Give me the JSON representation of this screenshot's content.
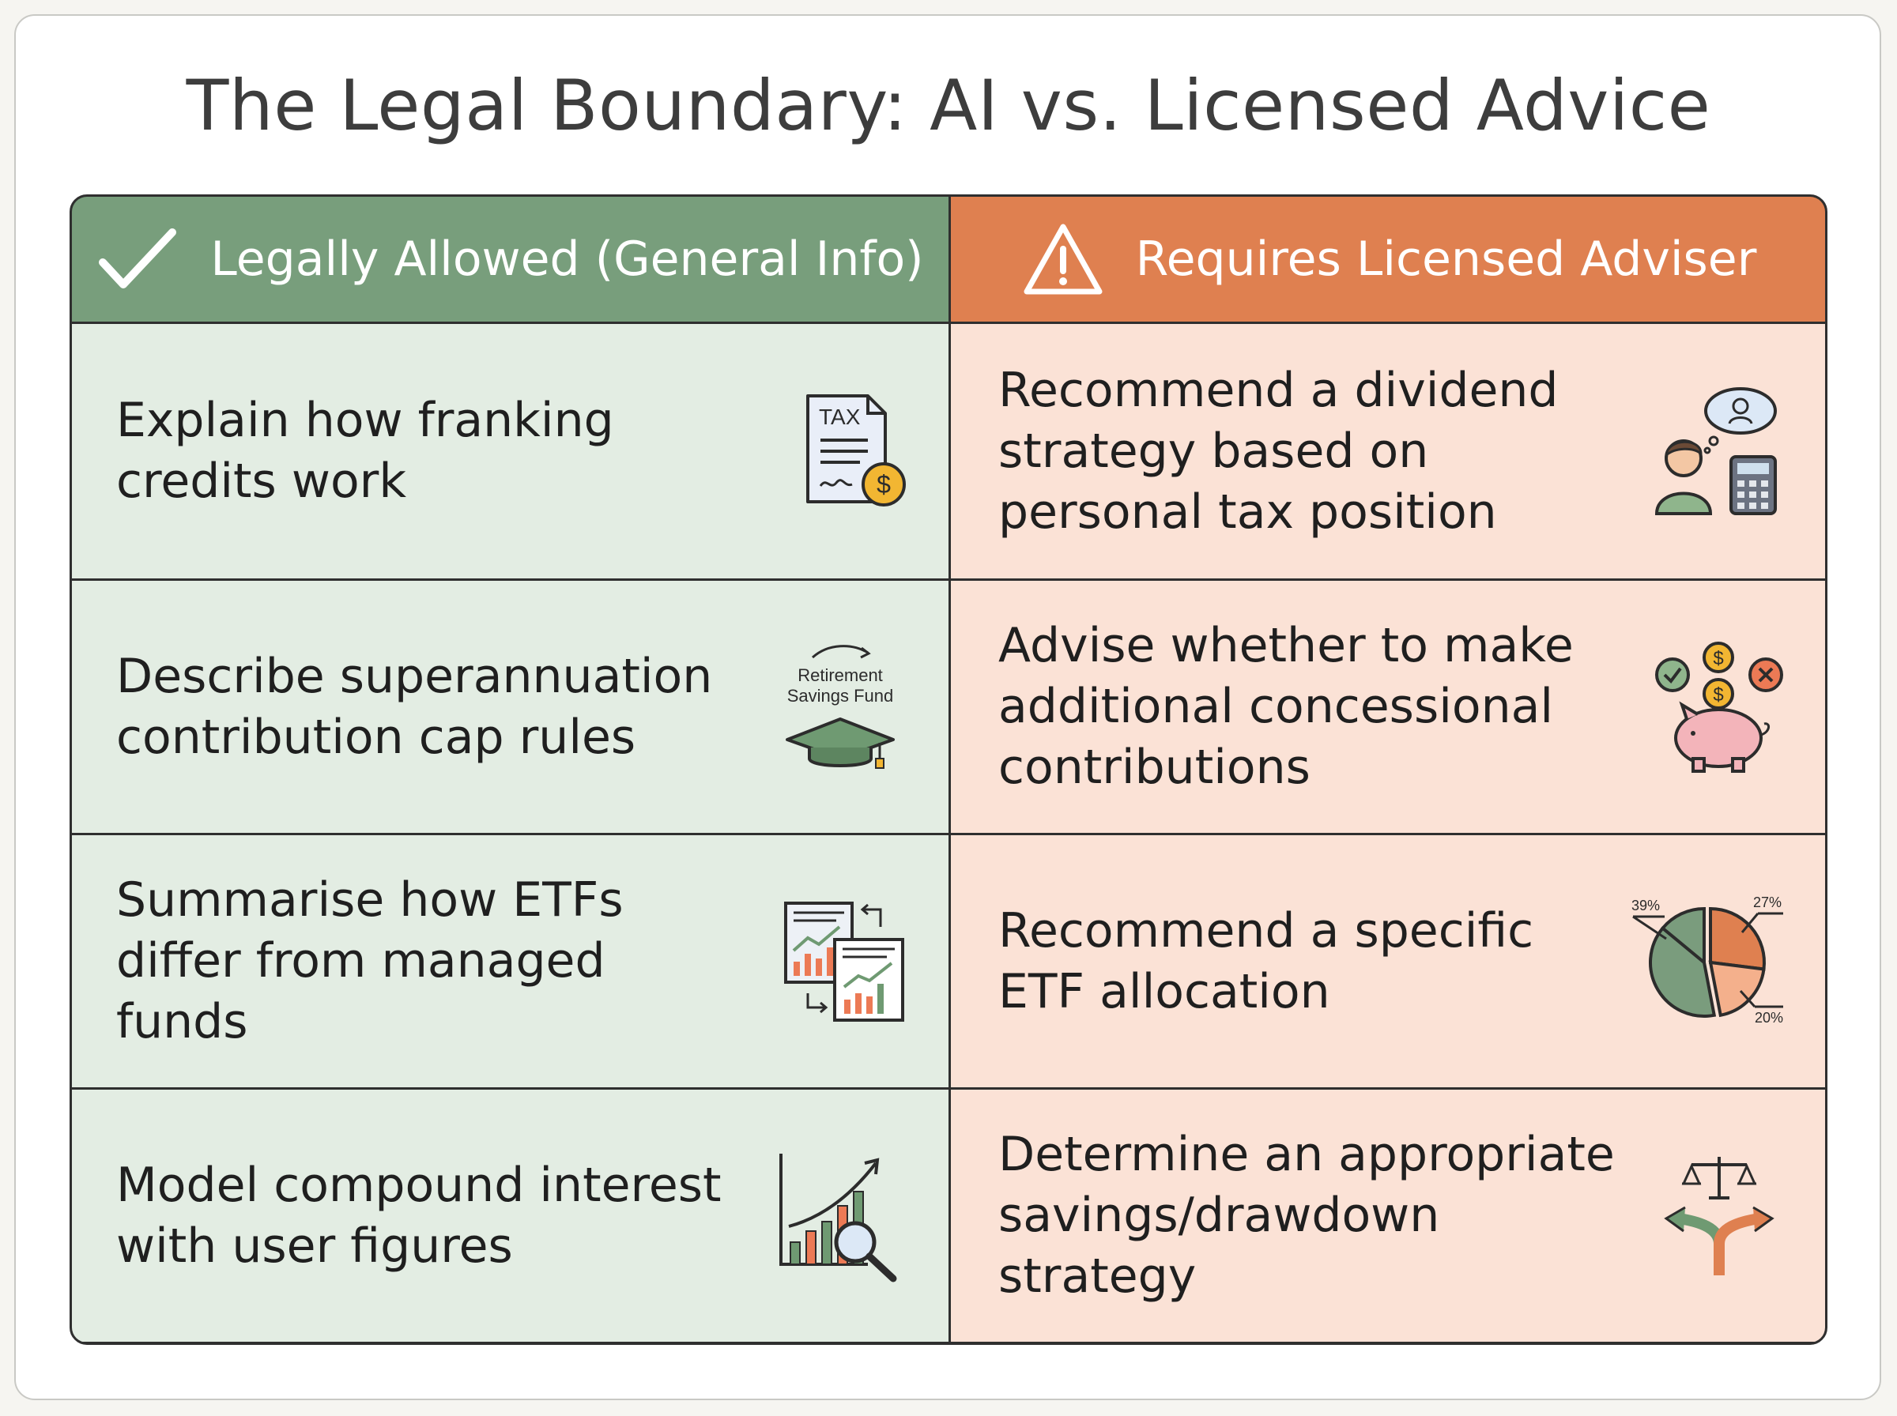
{
  "title": "The Legal Boundary: AI vs. Licensed Advice",
  "columns": {
    "allowed": {
      "label": "Legally Allowed (General Info)",
      "icon": "checkmark-icon",
      "color": "#789e7c"
    },
    "licensed": {
      "label": "Requires Licensed Adviser",
      "icon": "warning-icon",
      "color": "#df8050"
    }
  },
  "rows": [
    {
      "allowed": {
        "text": "Explain how franking credits work",
        "icon": "tax-document-icon",
        "icon_text": "TAX"
      },
      "licensed": {
        "text": "Recommend a dividend strategy based on personal tax position",
        "icon": "person-calculator-icon"
      }
    },
    {
      "allowed": {
        "text": "Describe superannuation contribution cap rules",
        "icon": "retirement-fund-icon",
        "icon_text_1": "Retirement",
        "icon_text_2": "Savings Fund"
      },
      "licensed": {
        "text": "Advise whether to make additional concessional contributions",
        "icon": "piggy-bank-choice-icon"
      }
    },
    {
      "allowed": {
        "text": "Summarise how ETFs differ from managed funds",
        "icon": "compare-charts-icon"
      },
      "licensed": {
        "text": "Recommend a specific ETF allocation",
        "icon": "pie-chart-icon",
        "slices": [
          {
            "label": "39%",
            "value": 39,
            "color": "#7a9c7d"
          },
          {
            "label": "27%",
            "value": 27,
            "color": "#df8050"
          },
          {
            "label": "20%",
            "value": 20,
            "color": "#f4b08c"
          }
        ]
      }
    },
    {
      "allowed": {
        "text": "Model compound interest with user figures",
        "icon": "growth-chart-magnifier-icon"
      },
      "licensed": {
        "text": "Determine an appropriate savings/drawdown strategy",
        "icon": "scales-crossroads-icon"
      }
    }
  ]
}
